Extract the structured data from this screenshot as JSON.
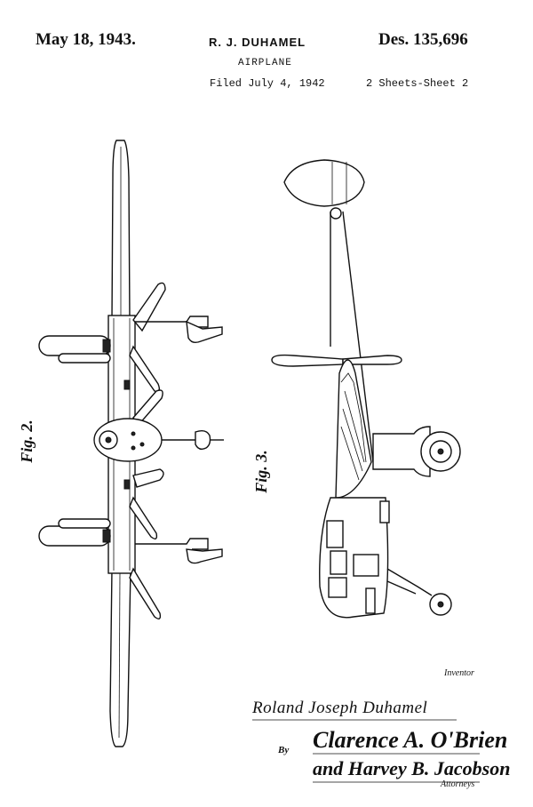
{
  "header": {
    "date": "May 18, 1943.",
    "inventor_name": "R. J. DUHAMEL",
    "design_number": "Des. 135,696",
    "title": "AIRPLANE",
    "filed": "Filed July 4, 1942",
    "sheets": "2 Sheets-Sheet 2"
  },
  "figures": {
    "fig2_label": "Fig. 2.",
    "fig3_label": "Fig. 3."
  },
  "signatures": {
    "inventor_label": "Inventor",
    "inventor_signature": "Roland Joseph Duhamel",
    "by_label": "By",
    "attorney_line1": "Clarence A. O'Brien",
    "attorney_line2": "and Harvey B. Jacobson",
    "attorneys_label": "Attorneys"
  }
}
